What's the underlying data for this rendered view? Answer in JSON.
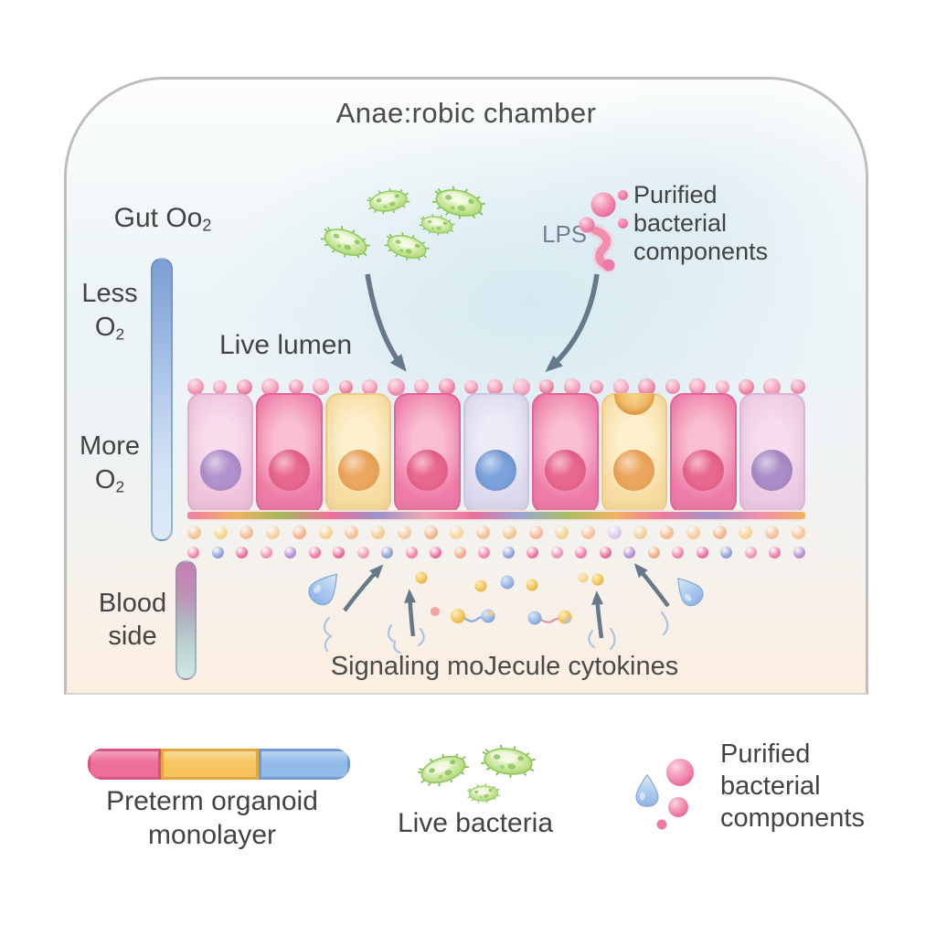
{
  "chamber": {
    "title": "Anae:robic chamber"
  },
  "oxygen_scale": {
    "heading": "Gut Oo",
    "heading_sub": "2",
    "less": "Less",
    "more": "More",
    "o": "O",
    "o_sub": "2"
  },
  "lumen_label": "Live lumen",
  "lps": {
    "label": "LPS"
  },
  "purified_top": {
    "lines": [
      "Purified",
      "bacterial",
      "components"
    ]
  },
  "blood_side": {
    "line1": "Blood",
    "line2": "side"
  },
  "signaling": {
    "caption": "Signaling moJecule cytokines"
  },
  "legend": {
    "monolayer": {
      "label_line1": "Preterm organoid",
      "label_line2": "monolayer",
      "segments": [
        {
          "fill": "#ee6d9b",
          "edge": "#d6537f"
        },
        {
          "fill": "#f7c45f",
          "edge": "#e5a43d"
        },
        {
          "fill": "#93bbe8",
          "edge": "#6f9ad2"
        }
      ]
    },
    "bacteria": {
      "label": "Live bacteria"
    },
    "purified": {
      "lines": [
        "Purified",
        "bacterial",
        "components"
      ]
    }
  },
  "palette": {
    "text": "#434343",
    "arrow": "#66798b",
    "chamber_border": "#bdbdbd",
    "bacteria_green": "#a8d66e",
    "lps_pink": "#f08fae",
    "droplet_blue": "#a9c8ee"
  },
  "monolayer": {
    "microvilli_colors": [
      "#f29ab6",
      "#f6aac2",
      "#ee8aa8",
      "#f4a0ba"
    ],
    "cells": [
      {
        "body_light": "#f8dceb",
        "body_dark": "#efc2dc",
        "border": "#e3aecd",
        "nucleus": "#b292cc",
        "nucleus_dark": "#9d7cba",
        "goblet": false
      },
      {
        "body_light": "#f9bed3",
        "body_dark": "#ee7ca6",
        "border": "#e06699",
        "nucleus": "#e9688f",
        "nucleus_dark": "#d5527c",
        "goblet": false
      },
      {
        "body_light": "#fdf0cd",
        "body_dark": "#f7dca0",
        "border": "#edc983",
        "nucleus": "#eba75e",
        "nucleus_dark": "#dd9347",
        "goblet": false
      },
      {
        "body_light": "#f9bed3",
        "body_dark": "#ee7ca6",
        "border": "#e06699",
        "nucleus": "#e9688f",
        "nucleus_dark": "#d5527c",
        "goblet": false
      },
      {
        "body_light": "#edecf7",
        "body_dark": "#dcd9ed",
        "border": "#c9c6e2",
        "nucleus": "#7ba2da",
        "nucleus_dark": "#6589c4",
        "goblet": false
      },
      {
        "body_light": "#f9bed3",
        "body_dark": "#ee7ca6",
        "border": "#e06699",
        "nucleus": "#e9688f",
        "nucleus_dark": "#d5527c",
        "goblet": false
      },
      {
        "body_light": "#fdf0cd",
        "body_dark": "#f7dca0",
        "border": "#edc983",
        "nucleus": "#eba75e",
        "nucleus_dark": "#dd9347",
        "goblet": true
      },
      {
        "body_light": "#f9bed3",
        "body_dark": "#ee7ca6",
        "border": "#e06699",
        "nucleus": "#e9688f",
        "nucleus_dark": "#d5527c",
        "goblet": false
      },
      {
        "body_light": "#f6dcec",
        "body_dark": "#ecc8e2",
        "border": "#ddb3d4",
        "nucleus": "#ab8ec8",
        "nucleus_dark": "#9678b6",
        "goblet": false
      }
    ],
    "membrane_stops": [
      "#ee7fa6",
      "#f0b35f",
      "#a4b85e",
      "#ef709c",
      "#9a93c8",
      "#f2a8b8",
      "#eb6f9d",
      "#97a8d4",
      "#a9bf63",
      "#f0b35f",
      "#ee7aa2",
      "#a393c8",
      "#ef8fae",
      "#f0b35f"
    ],
    "dots_row1": [
      "#f3c292",
      "#f0d78c",
      "#f5b993",
      "#f7cf9e",
      "#f2b38c",
      "#f6d093",
      "#f3bd9a",
      "#f0ca8e",
      "#f5c8a2",
      "#f2b490",
      "#f7d49a",
      "#f3bf98",
      "#f0c88f",
      "#f6b895",
      "#f2d192",
      "#f4c29c",
      "#d9c7ea",
      "#f1cf94",
      "#f5ba90",
      "#f7cb9d",
      "#f0b68e",
      "#f4d096",
      "#f2c09a",
      "#f6c594"
    ],
    "dots_row2": [
      "#ee85ac",
      "#8fa0d6",
      "#ea6f9f",
      "#f093b6",
      "#b48fd0",
      "#ee7aa6",
      "#e86a9c",
      "#f09ab8",
      "#8fa0d6",
      "#ee82aa",
      "#ea6f9f",
      "#f2ab84",
      "#ee85ac",
      "#8fa0d6",
      "#ea729f",
      "#f093b6",
      "#ee7aa6",
      "#e86a9c",
      "#b48fd0",
      "#f2ab84",
      "#ee82aa",
      "#ea6f9f",
      "#8fa0d6",
      "#f093b6",
      "#ee7aa6",
      "#b48fd0"
    ]
  }
}
